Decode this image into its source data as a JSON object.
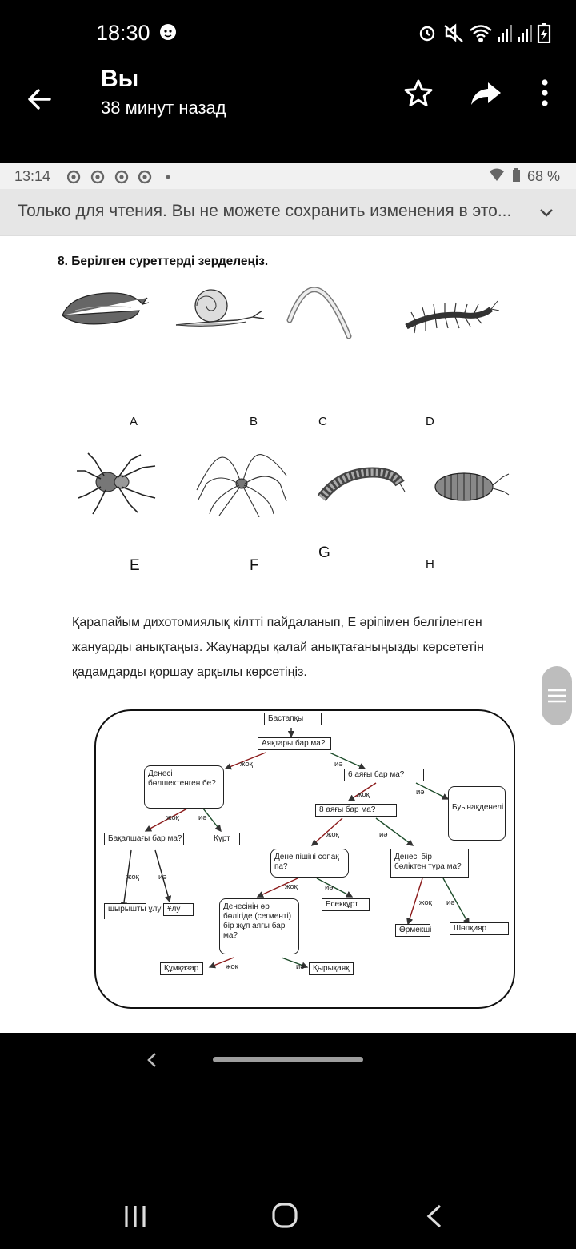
{
  "status_bar": {
    "time": "18:30"
  },
  "header": {
    "sender": "Вы",
    "subtitle": "38 минут назад"
  },
  "screenshot": {
    "status_time": "13:14",
    "battery": "68 %",
    "readonly_message": "Только для чтения. Вы не можете сохранить изменения в это...",
    "question_title": "8. Берілген суреттерді зерделеңіз.",
    "animal_letters": [
      "A",
      "B",
      "C",
      "D",
      "E",
      "F",
      "G",
      "H"
    ],
    "instruction": "Қарапайым дихотомиялық кілтті пайдаланып, Е әріпімен белгіленген жануарды анықтаңыз. Жаунарды қалай анықтағаныңызды көрсететін қадамдарды қоршау арқылы көрсетіңіз.",
    "key": {
      "start": "Бастапқы",
      "q_legs": "Аяқтары бар ма?",
      "q_segmented": "Денесі бөлшектенген бе?",
      "q_6legs": "6 аяғы бар ма?",
      "arthropod": "Буынақденелі",
      "q_8legs": "8 аяғы бар ма?",
      "q_shell": "Бақалшағы бар ма?",
      "worm": "Құрт",
      "q_rod": "Дене пішіні сопақ па?",
      "q_onepart": "Денесі бір бөліктен тұра ма?",
      "slug": "шырышты ұлу",
      "snail": "Ұлу",
      "q_pairlegs": "Денесінің әр бөлігіде (сегменті) бір жұп аяғы бар ма?",
      "woodlouse": "Есекқұрт",
      "spider": "Өрмекші",
      "harvestman": "Шөпқияр",
      "millipede": "Құмқазар",
      "centipede": "Қырықаяқ",
      "no": "жоқ",
      "yes": "иә"
    }
  }
}
